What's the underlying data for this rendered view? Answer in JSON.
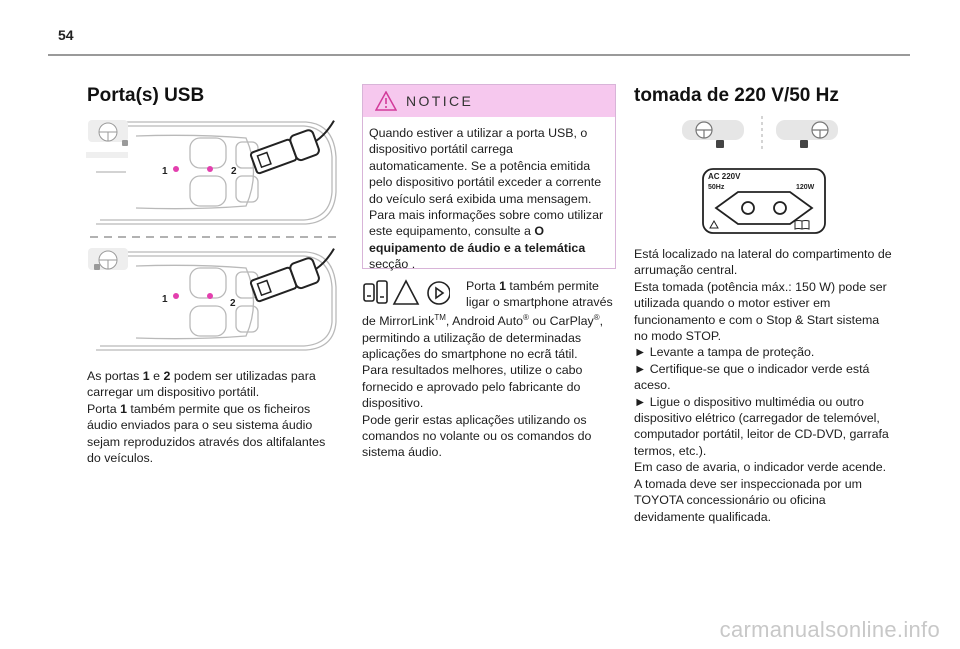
{
  "page": {
    "number": "54",
    "watermark": "carmanualsonline.info"
  },
  "left": {
    "title": "Porta(s) USB",
    "diagram1": {
      "label1": "1",
      "label2": "2"
    },
    "diagram2": {
      "label1": "1",
      "label2": "2"
    },
    "paragraph": [
      {
        "text": "As portas "
      },
      {
        "text": "1",
        "bold": true
      },
      {
        "text": " e "
      },
      {
        "text": "2",
        "bold": true
      },
      {
        "text": " podem ser utilizadas para carregar um dispositivo portátil."
      },
      {
        "br": true
      },
      {
        "text": "Porta "
      },
      {
        "text": "1",
        "bold": true
      },
      {
        "text": " também permite que os ficheiros áudio enviados para o seu sistema áudio sejam reproduzidos através dos altifalantes do veículos."
      }
    ]
  },
  "middle": {
    "notice": {
      "title": "NOTICE",
      "paragraph": [
        {
          "text": "Quando estiver a utilizar a porta USB, o dispositivo portátil carrega automaticamente. Se a potência emitida pelo dispositivo portátil exceder a corrente do veículo será exibida uma mensagem."
        },
        {
          "br": true
        },
        {
          "text": "Para mais informações sobre como utilizar este equipamento, consulte a "
        },
        {
          "text": "O equipamento de áudio e a telemática",
          "bold": true
        },
        {
          "text": " secção ."
        }
      ]
    },
    "icons": [
      "smartphone-link-icon",
      "warning-triangle-icon",
      "carplay-icon"
    ],
    "lead_lines": [
      [
        {
          "text": "Porta "
        },
        {
          "text": "1",
          "bold": true
        },
        {
          "text": " também permite"
        }
      ],
      [
        {
          "text": "ligar o smartphone através"
        }
      ]
    ],
    "paragraph": [
      {
        "text": "de MirrorLink"
      },
      {
        "text": "TM",
        "sup": true
      },
      {
        "text": ", Android Auto"
      },
      {
        "text": "®",
        "sup": true
      },
      {
        "text": " ou CarPlay"
      },
      {
        "text": "®",
        "sup": true
      },
      {
        "text": ", permitindo a utilização de determinadas aplicações do smartphone no ecrã tátil."
      },
      {
        "br": true
      },
      {
        "text": "Para resultados melhores, utilize o cabo fornecido e aprovado pelo fabricante do dispositivo."
      },
      {
        "br": true
      },
      {
        "text": "Pode gerir estas aplicações utilizando os comandos no volante ou os comandos do sistema áudio."
      }
    ]
  },
  "right": {
    "title": "tomada de 220 V/50 Hz",
    "socket": {
      "voltage": "AC 220V",
      "frequency": "50Hz",
      "power": "120W"
    },
    "paragraph": [
      {
        "text": "Está localizado na lateral do compartimento de arrumação central."
      },
      {
        "br": true
      },
      {
        "text": "Esta tomada (potência máx.: 150 W) pode ser utilizada quando o motor estiver em funcionamento e com o Stop & Start sistema no modo STOP."
      },
      {
        "br": true
      },
      {
        "text": "► Levante a tampa de proteção."
      },
      {
        "br": true
      },
      {
        "text": "► Certifique-se que o indicador verde está aceso."
      },
      {
        "br": true
      },
      {
        "text": "► Ligue o dispositivo multimédia ou outro dispositivo elétrico (carregador de telemóvel, computador portátil, leitor de CD-DVD, garrafa termos, etc.)."
      },
      {
        "br": true
      },
      {
        "text": "Em caso de avaria, o indicador verde acende."
      },
      {
        "br": true
      },
      {
        "text": "A tomada deve ser inspeccionada por um TOYOTA concessionário ou oficina devidamente qualificada."
      }
    ]
  }
}
